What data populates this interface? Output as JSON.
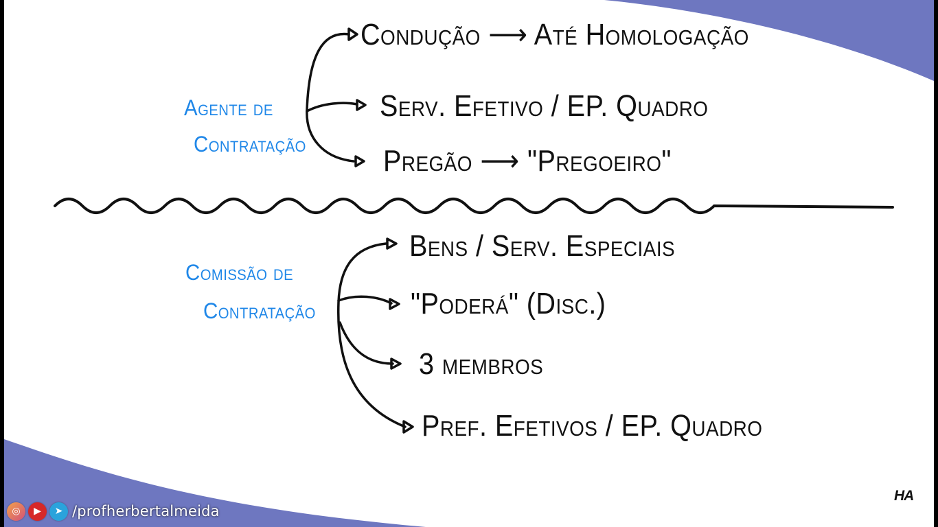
{
  "agente": {
    "label_line1": "Agente de",
    "label_line2": "Contratação",
    "items": [
      {
        "text": "Condução ⟶ Até Homologação"
      },
      {
        "text": "Serv. Efetivo / EP. Quadro"
      },
      {
        "text": "Pregão ⟶ \"Pregoeiro\""
      }
    ]
  },
  "comissao": {
    "label_line1": "Comissão de",
    "label_line2": "Contratação",
    "items": [
      {
        "text": "Bens / Serv. Especiais"
      },
      {
        "text": "\"Poderá\" (Disc.)"
      },
      {
        "text": "3 membros"
      },
      {
        "text": "Pref. Efetivos / EP. Quadro"
      }
    ]
  },
  "footer": {
    "icons": [
      "instagram-icon",
      "youtube-icon",
      "telegram-icon"
    ],
    "handle": "/profherbertalmeida"
  },
  "logo": "HA",
  "colors": {
    "accent_band": "#6e77c0",
    "label_blue": "#1f87e8",
    "ink": "#111111",
    "background": "#ffffff"
  }
}
